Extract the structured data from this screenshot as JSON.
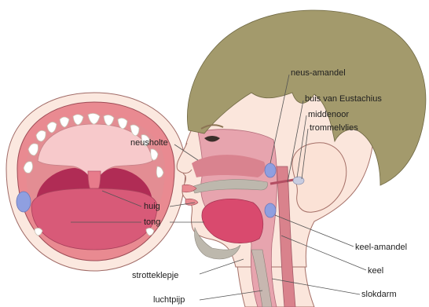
{
  "labels": {
    "neus_amandel": "neus-amandel",
    "buis_van_eustachius": "buis van Eustachius",
    "middenoor": "middenoor",
    "trommelvlies": "trommelvlies",
    "neusholte": "neusholte",
    "huig": "huig",
    "tong": "tong",
    "keel_amandel": "keel-amandel",
    "keel": "keel",
    "strotteklepje": "strotteklepje",
    "slokdarm": "slokdarm",
    "luchtpijp": "luchtpijp"
  },
  "colors": {
    "hair": "#a39a6c",
    "skin": "#fbe6dc",
    "lips": "#e98a91",
    "mouth_interior": "#c2365a",
    "tongue": "#d85a78",
    "tonsil": "#8f9fe0",
    "pharynx": "#e7a4ae",
    "line": "#555555"
  }
}
